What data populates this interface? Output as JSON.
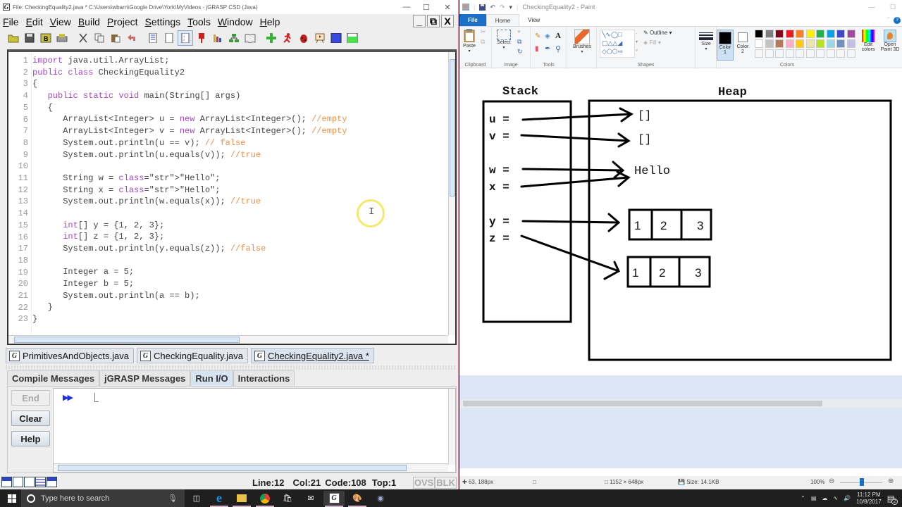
{
  "jgrasp": {
    "title": "File: CheckingEquality2.java *  C:\\Users\\wbarn\\Google Drive\\York\\MyVideos - jGRASP CSD (Java)",
    "window_controls": [
      "minimize",
      "maximize",
      "close"
    ],
    "menu": [
      "File",
      "Edit",
      "View",
      "Build",
      "Project",
      "Settings",
      "Tools",
      "Window",
      "Help"
    ],
    "toolbar_icons": [
      "open-folder-icon",
      "save-icon",
      "backup-icon",
      "print-icon",
      "cut-icon",
      "copy-icon",
      "paste-icon",
      "undo-icon",
      "csd-generate-icon",
      "csd-remove-icon",
      "line-numbers-icon",
      "pin-icon",
      "uml-chart-icon",
      "uml-diagram-icon",
      "book-icon",
      "compile-icon",
      "run-icon",
      "debug-icon",
      "viewer-icon",
      "blue-square-icon",
      "green-square-icon"
    ],
    "editor": {
      "line_numbers": [
        "1",
        "2",
        "3",
        "4",
        "5",
        "6",
        "7",
        "8",
        "9",
        "10",
        "11",
        "12",
        "13",
        "14",
        "15",
        "16",
        "17",
        "18",
        "19",
        "20",
        "21",
        "22",
        "23"
      ],
      "lines": [
        "import java.util.ArrayList;",
        "public class CheckingEquality2",
        "{",
        "   public static void main(String[] args)",
        "   {",
        "      ArrayList<Integer> u = new ArrayList<Integer>(); //empty",
        "      ArrayList<Integer> v = new ArrayList<Integer>(); //empty",
        "      System.out.println(u == v); // false",
        "      System.out.println(u.equals(v)); //true",
        "",
        "      String w = \"Hello\";",
        "      String x = \"Hello\";",
        "      System.out.println(w.equals(x)); //true",
        "",
        "      int[] y = {1, 2, 3};",
        "      int[] z = {1, 2, 3};",
        "      System.out.println(y.equals(z)); //false",
        "",
        "      Integer a = 5;",
        "      Integer b = 5;",
        "      System.out.println(a == b);",
        "   }",
        "}"
      ],
      "ibeam": "I"
    },
    "file_tabs": [
      {
        "label": "PrimitivesAndObjects.java",
        "active": false
      },
      {
        "label": "CheckingEquality.java",
        "active": false
      },
      {
        "label": "CheckingEquality2.java *",
        "active": true
      }
    ],
    "message_tabs": [
      {
        "label": "Compile Messages",
        "active": false
      },
      {
        "label": "jGRASP Messages",
        "active": false
      },
      {
        "label": "Run I/O",
        "active": true
      },
      {
        "label": "Interactions",
        "active": false
      }
    ],
    "run_buttons": {
      "end": "End",
      "clear": "Clear",
      "help": "Help"
    },
    "io_prompt": "▶▶",
    "status": {
      "line": "Line:12",
      "col": "Col:21",
      "code": "Code:108",
      "top": "Top:1",
      "ovs": "OVS",
      "blk": "BLK"
    },
    "g_icon": "G"
  },
  "paint": {
    "title": "CheckingEquality2 - Paint",
    "tabs": [
      "File",
      "Home",
      "View"
    ],
    "ribbon": {
      "clipboard": {
        "label": "Clipboard",
        "paste": "Paste"
      },
      "image": {
        "label": "Image",
        "select": "Select"
      },
      "tools": {
        "label": "Tools"
      },
      "brushes": "Brushes",
      "shapes": {
        "label": "Shapes",
        "outline": "Outline",
        "fill": "Fill"
      },
      "size": "Size",
      "color1": "Color\n1",
      "color1_a": "Color",
      "color1_b": "1",
      "color2_a": "Color",
      "color2_b": "2",
      "colors_label": "Colors",
      "edit_colors_a": "Edit",
      "edit_colors_b": "colors",
      "open_paint3d_a": "Open",
      "open_paint3d_b": "Paint 3D",
      "palette_row1": [
        "#000000",
        "#7f7f7f",
        "#880015",
        "#ed1c24",
        "#ff7f27",
        "#fff200",
        "#22b14c",
        "#00a2e8",
        "#3f48cc",
        "#a349a4"
      ],
      "palette_row2": [
        "#ffffff",
        "#c3c3c3",
        "#b97a57",
        "#ffaec9",
        "#ffc90e",
        "#efe4b0",
        "#b5e61d",
        "#99d9ea",
        "#7092be",
        "#c8bfe7"
      ]
    },
    "drawing": {
      "stack_label": "Stack",
      "heap_label": "Heap",
      "stack_vars": [
        "u =",
        "v =",
        "w =",
        "x =",
        "y =",
        "z ="
      ],
      "heap_objects": {
        "u": "[]",
        "v": "[]",
        "string": "Hello",
        "array_y": [
          "1",
          "2",
          "3"
        ],
        "array_z": [
          "1",
          "2",
          "3"
        ]
      }
    },
    "status": {
      "cursor": "63, 188px",
      "dimensions": "1152 × 648px",
      "size": "Size: 14.1KB",
      "zoom": "100%"
    }
  },
  "taskbar": {
    "search_placeholder": "Type here to search",
    "time": "11:12 PM",
    "date": "10/8/2017",
    "notifications": "2"
  }
}
